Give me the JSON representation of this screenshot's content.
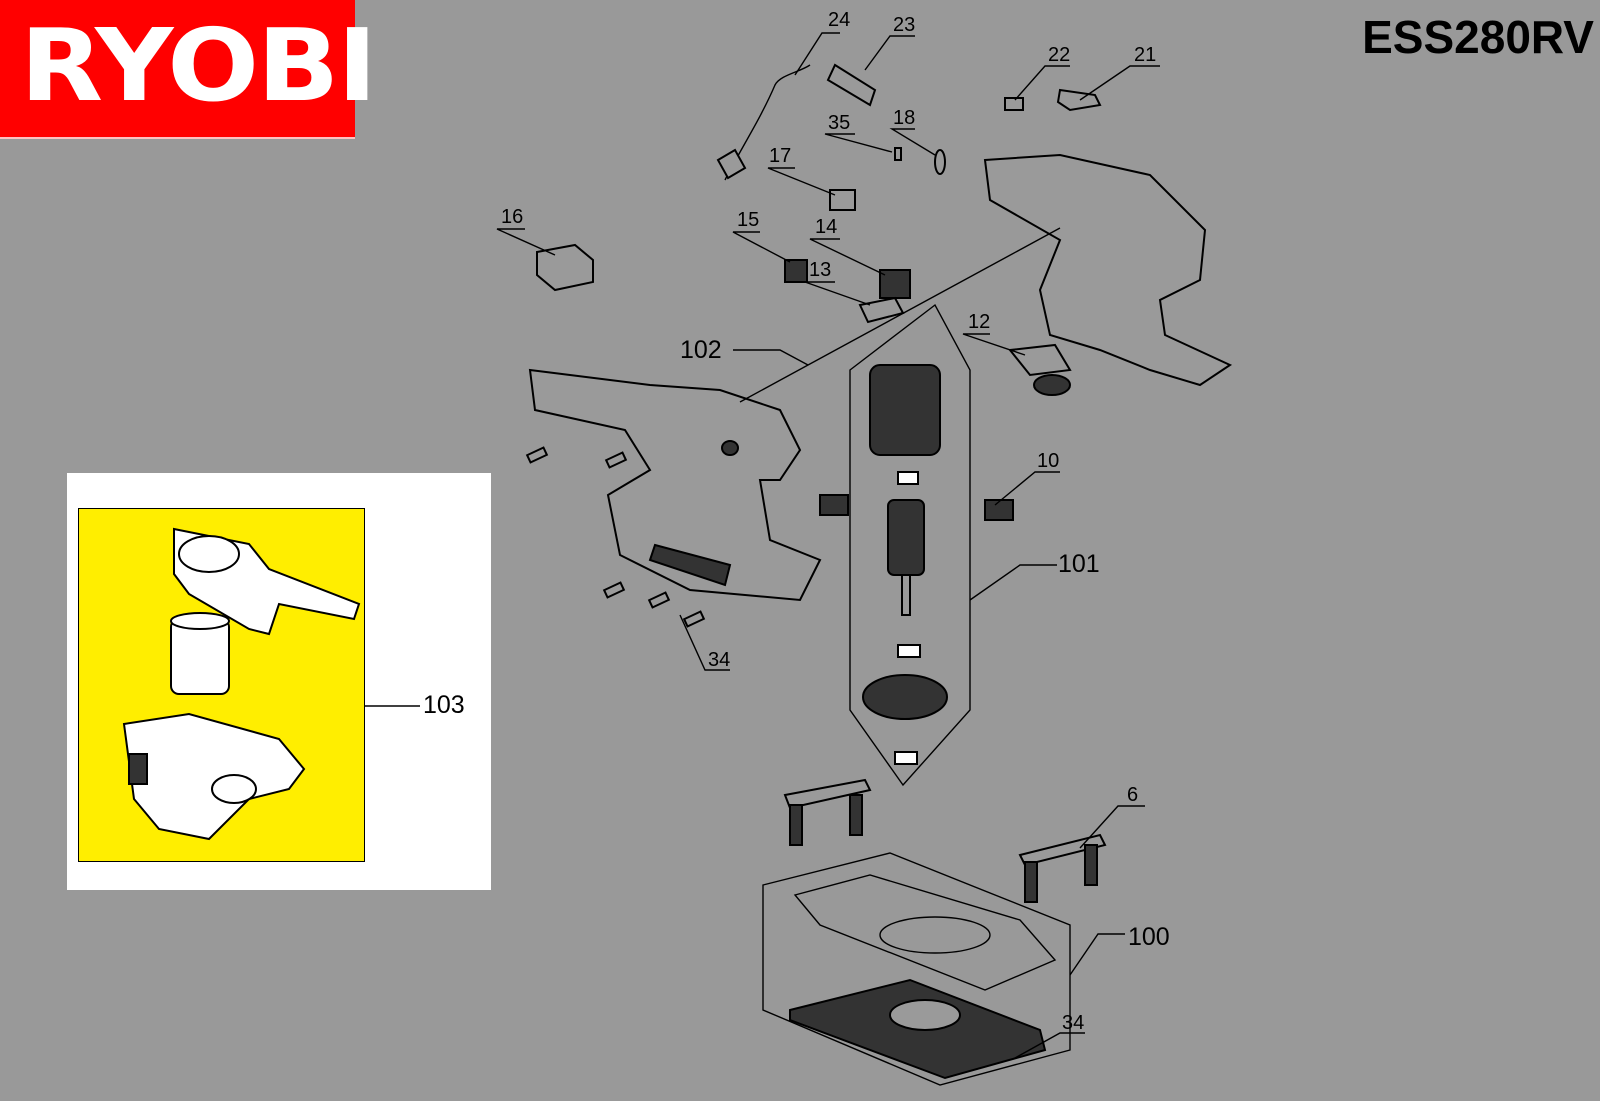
{
  "brand": {
    "logo_text": "RYOBI",
    "logo_color": "#ff0000"
  },
  "model": "ESS280RV",
  "labels": {
    "p24": "24",
    "p23": "23",
    "p22": "22",
    "p21": "21",
    "p35": "35",
    "p18": "18",
    "p17": "17",
    "p16": "16",
    "p15": "15",
    "p14": "14",
    "p13": "13",
    "p12": "12",
    "p102": "102",
    "p10": "10",
    "p101": "101",
    "p103": "103",
    "p34a": "34",
    "p6": "6",
    "p100": "100",
    "p34b": "34"
  },
  "colors": {
    "background": "#999999",
    "inset_highlight": "#ffee00"
  }
}
